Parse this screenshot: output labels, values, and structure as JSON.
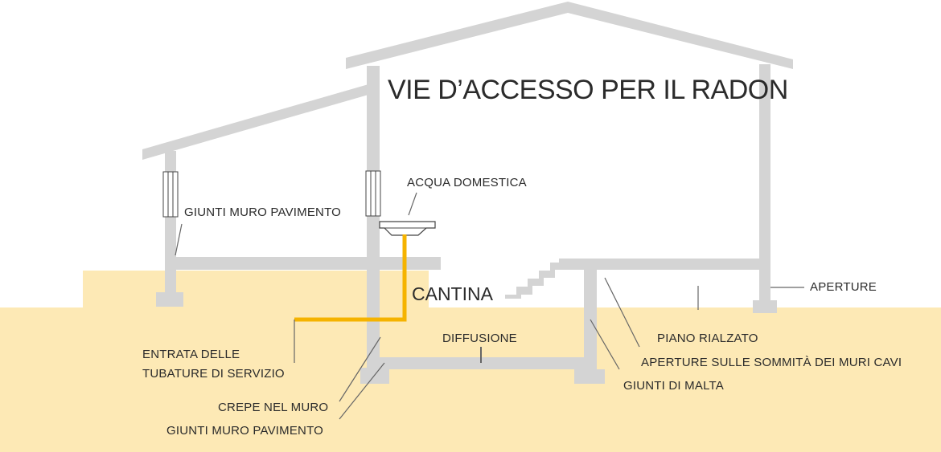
{
  "title": "VIE D’ACCESSO PER IL RADON",
  "labels": {
    "acqua": "ACQUA DOMESTICA",
    "giunti_top": "GIUNTI MURO PAVIMENTO",
    "cantina": "CANTINA",
    "aperture": "APERTURE",
    "piano": "PIANO RIALZATO",
    "diffusione": "DIFFUSIONE",
    "entrata": [
      "ENTRATA DELLE",
      "TUBATURE DI SERVIZIO"
    ],
    "aperture_muri": "APERTURE SULLE SOMMITÀ DEI MURI CAVI",
    "giunti_malta": "GIUNTI DI MALTA",
    "crepe": "CREPE NEL MURO",
    "giunti_bottom": "GIUNTI MURO PAVIMENTO"
  },
  "colors": {
    "ground": "#fde9b5",
    "structure": "#d4d4d4",
    "pipe": "#f5b300",
    "line": "#666666",
    "text": "#2b2b2b"
  }
}
